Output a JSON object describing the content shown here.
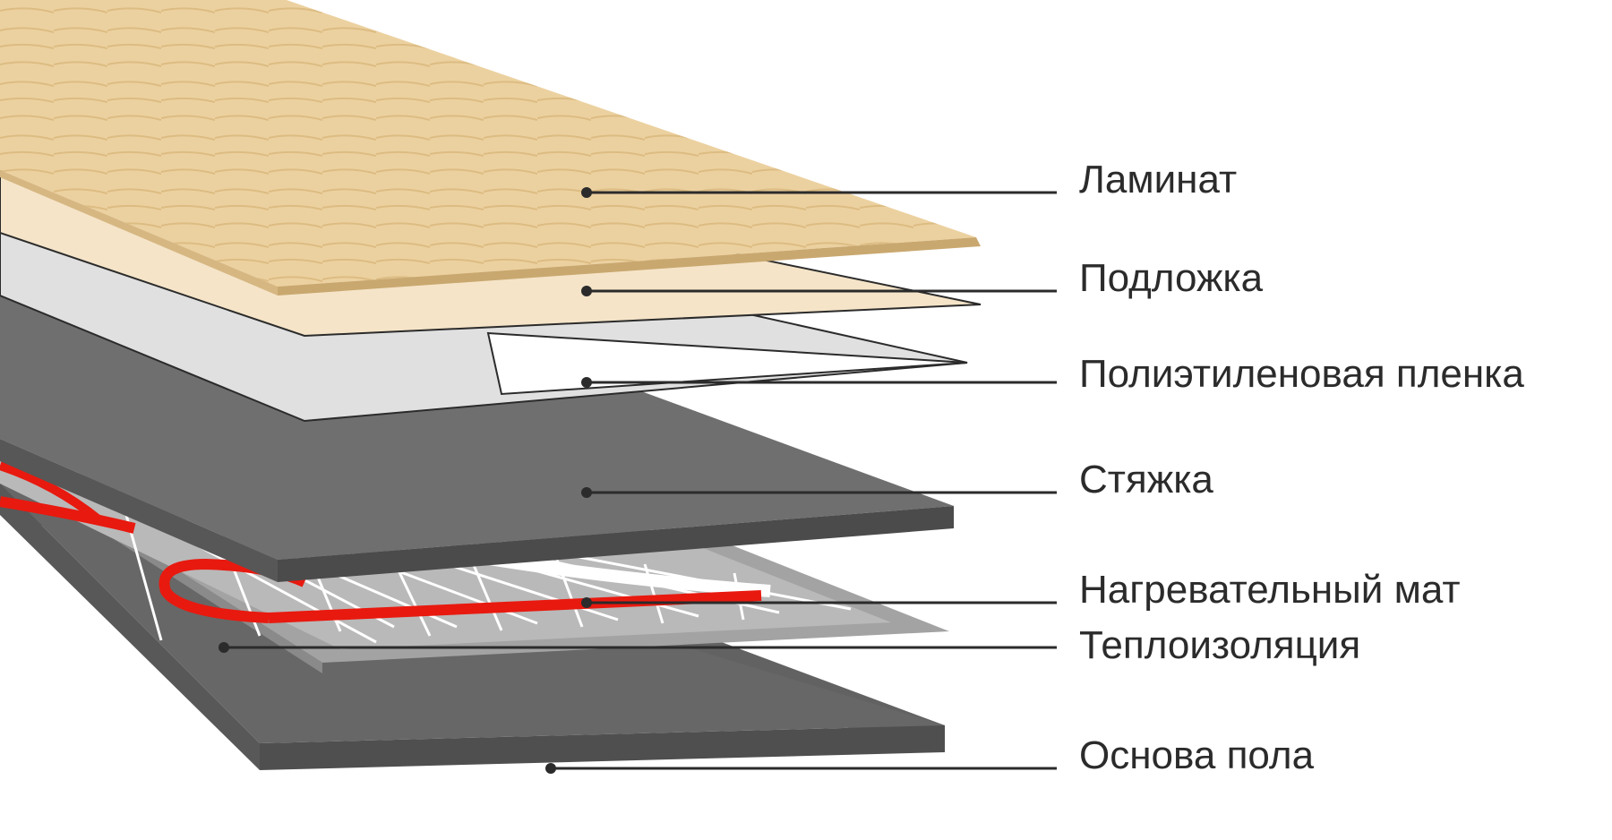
{
  "diagram": {
    "layers": [
      {
        "id": "laminate",
        "label": "Ламинат",
        "color": "#ecd1a0"
      },
      {
        "id": "underlay",
        "label": "Подложка",
        "color": "#f6e6cc"
      },
      {
        "id": "film",
        "label": "Полиэтиленовая пленка",
        "color": "#e2e2e2"
      },
      {
        "id": "screed",
        "label": "Стяжка",
        "color": "#6c6c6c"
      },
      {
        "id": "heating-mat",
        "label": "Нагревательный мат",
        "color": "#e8190f"
      },
      {
        "id": "insulation",
        "label": "Теплоизоляция",
        "color": "#9a9a9a"
      },
      {
        "id": "base",
        "label": "Основа пола",
        "color": "#5e5e5e"
      }
    ]
  }
}
